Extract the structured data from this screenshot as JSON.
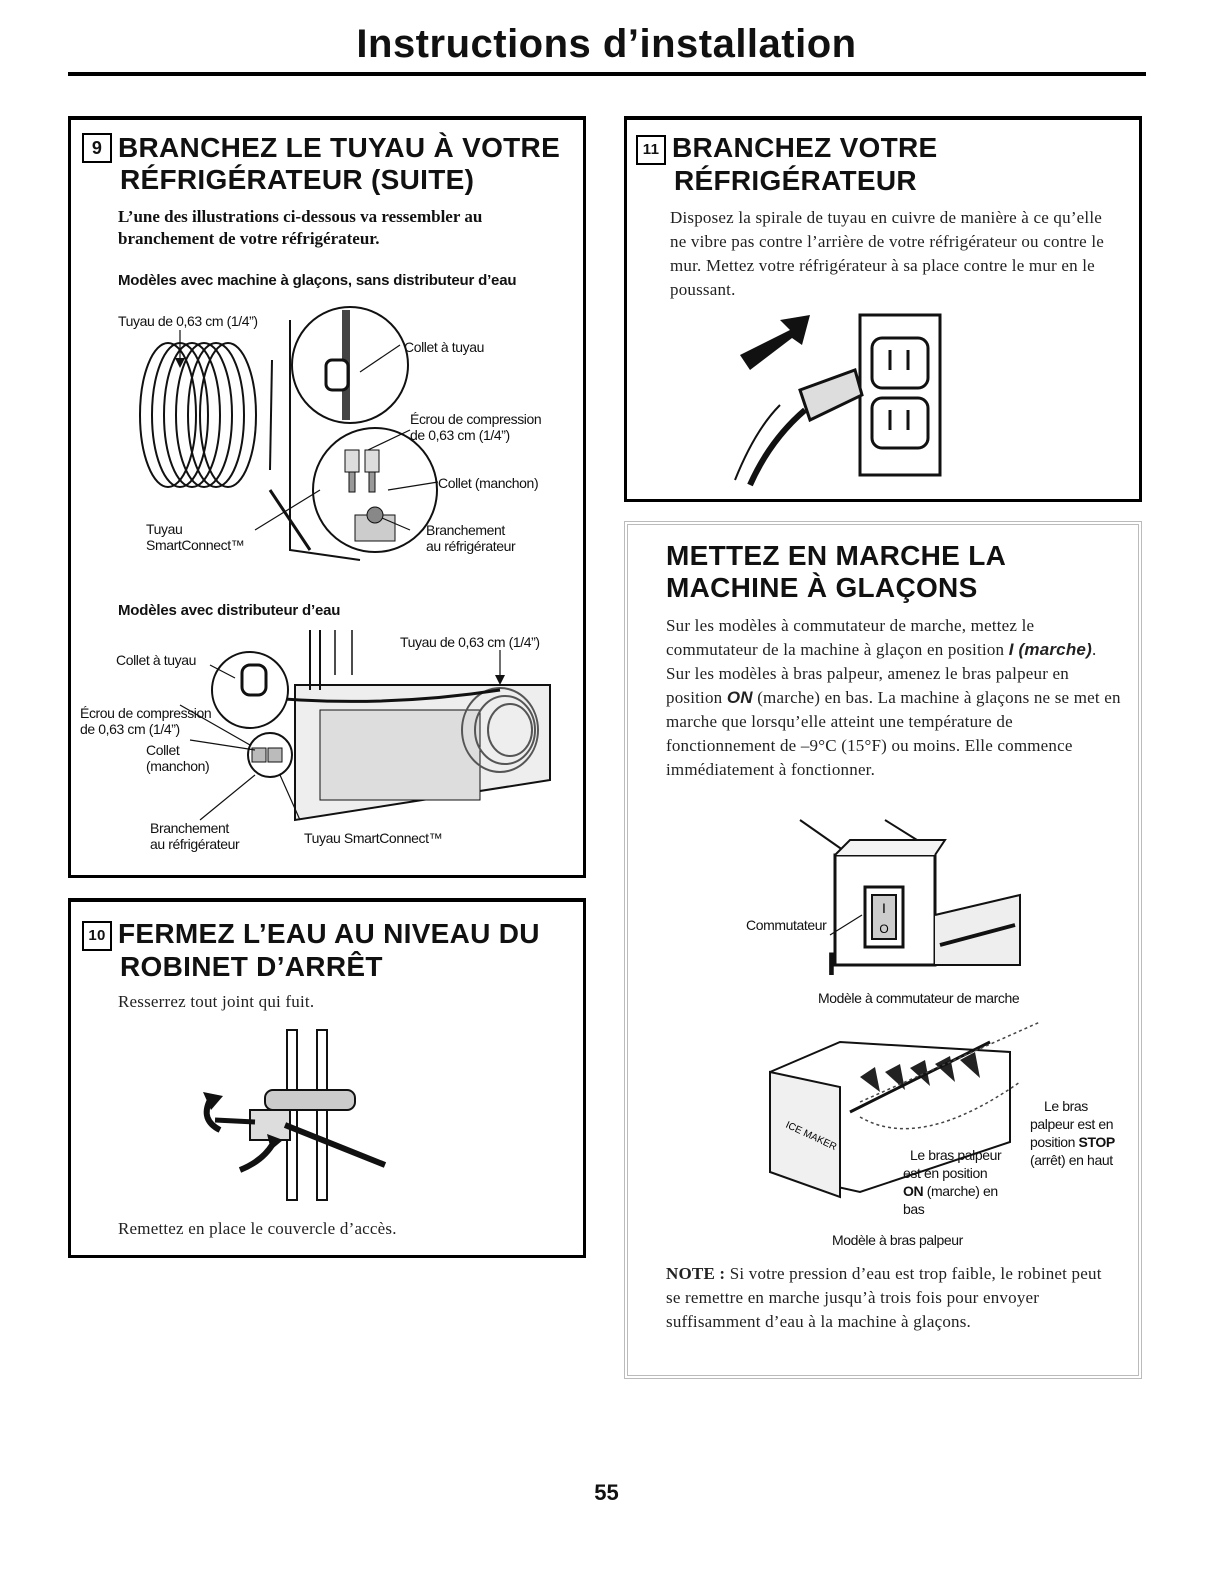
{
  "page": {
    "title": "Instructions d’installation",
    "page_number": "55"
  },
  "step9": {
    "number": "9",
    "title_line1": "BRANCHEZ LE TUYAU À VOTRE",
    "title_line2": "RÉFRIGÉRATEUR (SUITE)",
    "intro": "L’une des illustrations ci-dessous va ressembler au branchement de votre réfrigérateur.",
    "sub1": "Modèles avec machine à glaçons, sans distributeur d’eau",
    "fig1": {
      "tuyau_top": "Tuyau de 0,63 cm (1/4”)",
      "collet_tuyau": "Collet à tuyau",
      "ecrou_line1": "Écrou de compression",
      "ecrou_line2": "de 0,63 cm (1/4”)",
      "collet_manchon": "Collet (manchon)",
      "smart_line1": "Tuyau",
      "smart_line2": "SmartConnect™",
      "branch_line1": "Branchement",
      "branch_line2": "au réfrigérateur"
    },
    "sub2": "Modèles avec distributeur d’eau",
    "fig2": {
      "collet_tuyau": "Collet à tuyau",
      "tuyau_top": "Tuyau de 0,63 cm (1/4”)",
      "ecrou_line1": "Écrou de compression",
      "ecrou_line2": "de 0,63 cm (1/4”)",
      "collet_line1": "Collet",
      "collet_line2": "(manchon)",
      "branch_line1": "Branchement",
      "branch_line2": "au réfrigérateur",
      "smart": "Tuyau SmartConnect™"
    }
  },
  "step10": {
    "number": "10",
    "title_line1": "FERMEZ L’EAU AU NIVEAU DU",
    "title_line2": "ROBINET D’ARRÊT",
    "text1": "Resserrez tout joint qui fuit.",
    "text2": "Remettez en place le couvercle d’accès."
  },
  "step11": {
    "number": "11",
    "title_line1": "BRANCHEZ VOTRE",
    "title_line2": "RÉFRIGÉRATEUR",
    "text": "Disposez la spirale de tuyau en cuivre de manière à ce qu’elle ne vibre pas contre l’arrière de votre réfrigérateur ou contre le mur. Mettez votre réfrigérateur à sa place contre le mur en le poussant."
  },
  "icemaker": {
    "title_line1": "METTEZ EN MARCHE LA",
    "title_line2": "MACHINE À GLAÇONS",
    "p1_a": "Sur les modèles à commutateur de marche, mettez le commutateur de la machine à glaçon en position ",
    "p1_b": "I (marche)",
    "p1_c": ". Sur les modèles à bras palpeur, amenez le bras palpeur en position ",
    "p1_d": "ON",
    "p1_e": " (marche) en bas. La machine à glaçons ne se met en marche que lorsqu’elle atteint une température de fonctionnement de –9°C (15°F) ou moins. Elle commence immédiatement à fonctionner.",
    "fig_switch": {
      "commutateur": "Commutateur",
      "switch_i": "I",
      "switch_o": "O",
      "big_i": "I",
      "caption": "Modèle à commutateur de marche"
    },
    "fig_arm": {
      "icemaker_text": "ICE MAKER",
      "stop_line1": "Le bras",
      "stop_line2": "palpeur est en",
      "stop_line3a": "position ",
      "stop_line3b": "STOP",
      "stop_line4": "(arrêt) en haut",
      "on_line1": "Le bras palpeur",
      "on_line2": "est en position",
      "on_line3a": "ON",
      "on_line3b": " (marche) en",
      "on_line4": "bas",
      "caption": "Modèle à bras palpeur"
    },
    "note_label": "NOTE :",
    "note_text": " Si votre pression d’eau est trop faible, le robinet peut se remettre en marche jusqu’à trois fois pour envoyer suffisamment d’eau à la machine à glaçons."
  }
}
